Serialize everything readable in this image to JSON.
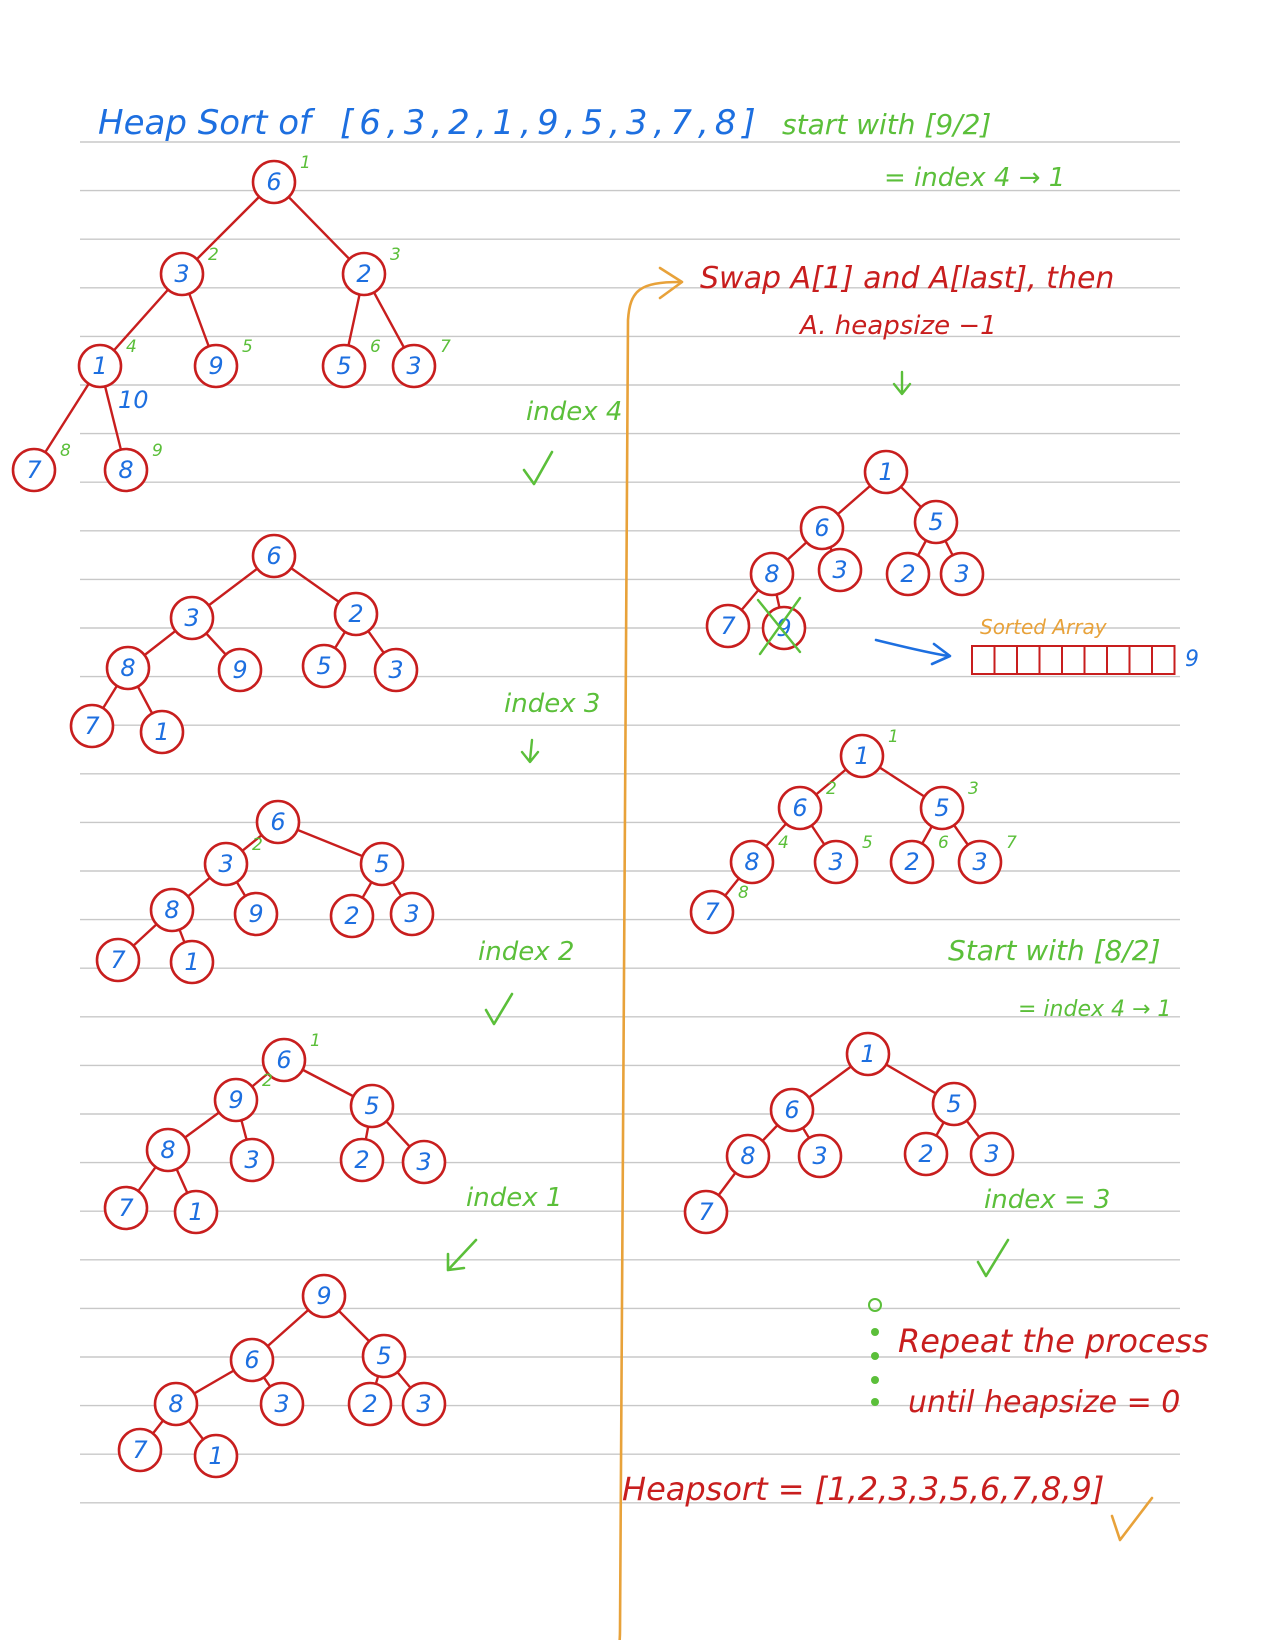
{
  "title": {
    "heading": "Heap Sort of",
    "input_array": "[6,3,2,1,9,5,3,7,8]",
    "start": "start with [9/2]",
    "start_sub": "= index 4 → 1"
  },
  "left_column": {
    "tree1_extra_label": "10",
    "step_labels": [
      "index 4",
      "index 3",
      "index 2",
      "index 1"
    ]
  },
  "right_column": {
    "swap_line1": "Swap A[1] and A[last], then",
    "swap_line2": "A. heapsize −1",
    "sorted_array_label": "Sorted Array",
    "sorted_array_last": "9",
    "restart_line1": "Start with [8/2]",
    "restart_line2": "= index 4 → 1",
    "final_step_label": "index = 3",
    "repeat_line1": "Repeat the process",
    "repeat_line2": "until heapsize = 0",
    "result": "Heapsort = [1,2,3,3,5,6,7,8,9]"
  },
  "trees": [
    {
      "id": "t1",
      "nodes": [
        "6",
        "3",
        "2",
        "1",
        "9",
        "5",
        "3",
        "7",
        "8"
      ],
      "indices": [
        "1",
        "2",
        "3",
        "4",
        "5",
        "6",
        "7",
        "8",
        "9"
      ]
    },
    {
      "id": "t2",
      "nodes": [
        "6",
        "3",
        "2",
        "8",
        "9",
        "5",
        "3",
        "7",
        "1"
      ]
    },
    {
      "id": "t3",
      "nodes": [
        "6",
        "3",
        "5",
        "8",
        "9",
        "2",
        "3",
        "7",
        "1"
      ],
      "indices": [
        "",
        "2",
        "",
        "",
        "",
        "",
        "",
        "",
        ""
      ]
    },
    {
      "id": "t4",
      "nodes": [
        "6",
        "9",
        "5",
        "8",
        "3",
        "2",
        "3",
        "7",
        "1"
      ],
      "indices": [
        "1",
        "2",
        "",
        "",
        "",
        "",
        "",
        "",
        ""
      ]
    },
    {
      "id": "t5",
      "nodes": [
        "9",
        "6",
        "5",
        "8",
        "3",
        "2",
        "3",
        "7",
        "1"
      ]
    },
    {
      "id": "t6",
      "nodes": [
        "1",
        "6",
        "5",
        "8",
        "3",
        "2",
        "3",
        "7",
        "9"
      ]
    },
    {
      "id": "t7",
      "nodes": [
        "1",
        "6",
        "5",
        "8",
        "3",
        "2",
        "3",
        "7"
      ],
      "indices": [
        "1",
        "2",
        "3",
        "4",
        "5",
        "6",
        "7",
        "8"
      ]
    },
    {
      "id": "t8",
      "nodes": [
        "1",
        "6",
        "5",
        "8",
        "3",
        "2",
        "3",
        "7"
      ]
    }
  ],
  "colors": {
    "title_blue": "#1d6fe0",
    "annotation_green": "#5bbf3a",
    "ink_red": "#c81e1e",
    "arrow_orange": "#e8a23a",
    "rule_gray": "#c8c8c8"
  },
  "icons": [
    "check-icon",
    "down-arrow-icon",
    "right-arrow-icon",
    "cross-out-icon",
    "bullet-icon"
  ]
}
